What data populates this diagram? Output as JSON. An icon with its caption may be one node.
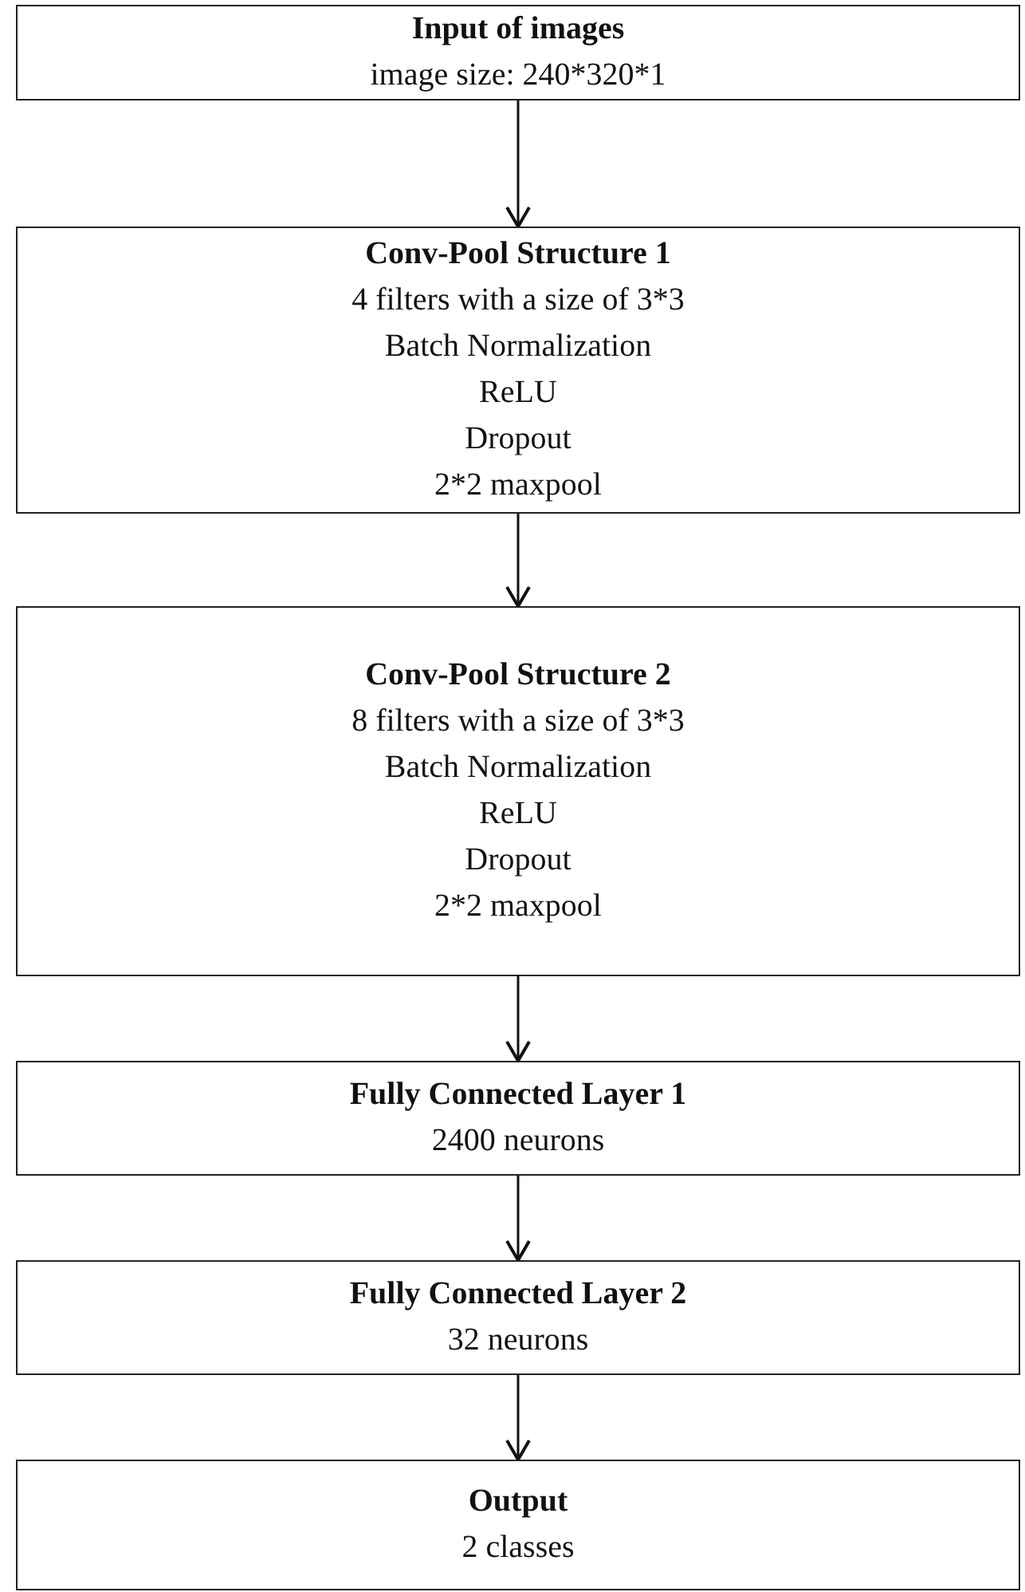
{
  "diagram": {
    "nodes": [
      {
        "text": [
          "Input of images",
          "image size: 240*320*1"
        ]
      },
      {
        "text": [
          "Conv-Pool Structure 1",
          "4 filters with a size of 3*3",
          "Batch Normalization",
          "ReLU",
          "Dropout",
          "2*2 maxpool"
        ]
      },
      {
        "text": [
          "Conv-Pool Structure 2",
          "8 filters with a size of 3*3",
          "Batch Normalization",
          "ReLU",
          "Dropout",
          "2*2 maxpool"
        ]
      },
      {
        "text": [
          "Fully Connected Layer 1",
          "2400 neurons"
        ]
      },
      {
        "text": [
          "Fully Connected Layer 2",
          "32 neurons"
        ]
      },
      {
        "text": [
          "Output",
          "2 classes"
        ]
      }
    ],
    "edges": [
      {
        "from": 0,
        "to": 1,
        "arrow": "to"
      },
      {
        "from": 1,
        "to": 2,
        "arrow": "to"
      },
      {
        "from": 2,
        "to": 3,
        "arrow": "to"
      },
      {
        "from": 3,
        "to": 4,
        "arrow": "to"
      },
      {
        "from": 4,
        "to": 5,
        "arrow": "to"
      }
    ]
  }
}
